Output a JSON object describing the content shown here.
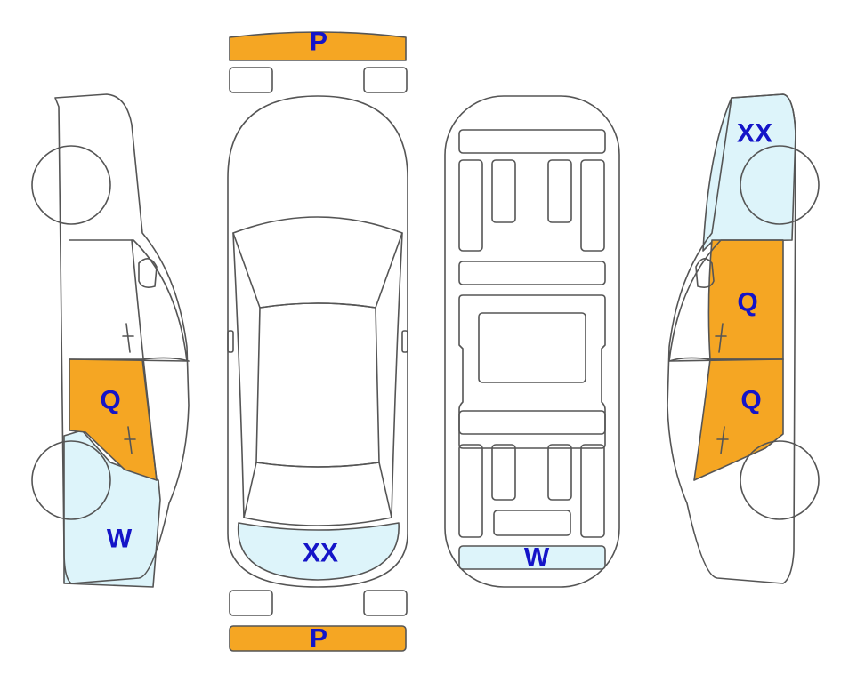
{
  "colors": {
    "P": "#F5A623",
    "Q": "#F5A623",
    "W": "#DDF4FA",
    "XX": "#DDF4FA",
    "label": "#1414C8",
    "outline": "#555555"
  },
  "labels": {
    "front_bumper": "P",
    "rear_bumper": "P",
    "left_rear_door": "Q",
    "left_rear_quarter": "W",
    "top_trunk": "XX",
    "bottom_rear_panel": "W",
    "right_rear_quarter": "XX",
    "right_front_door": "Q",
    "right_rear_door": "Q"
  }
}
